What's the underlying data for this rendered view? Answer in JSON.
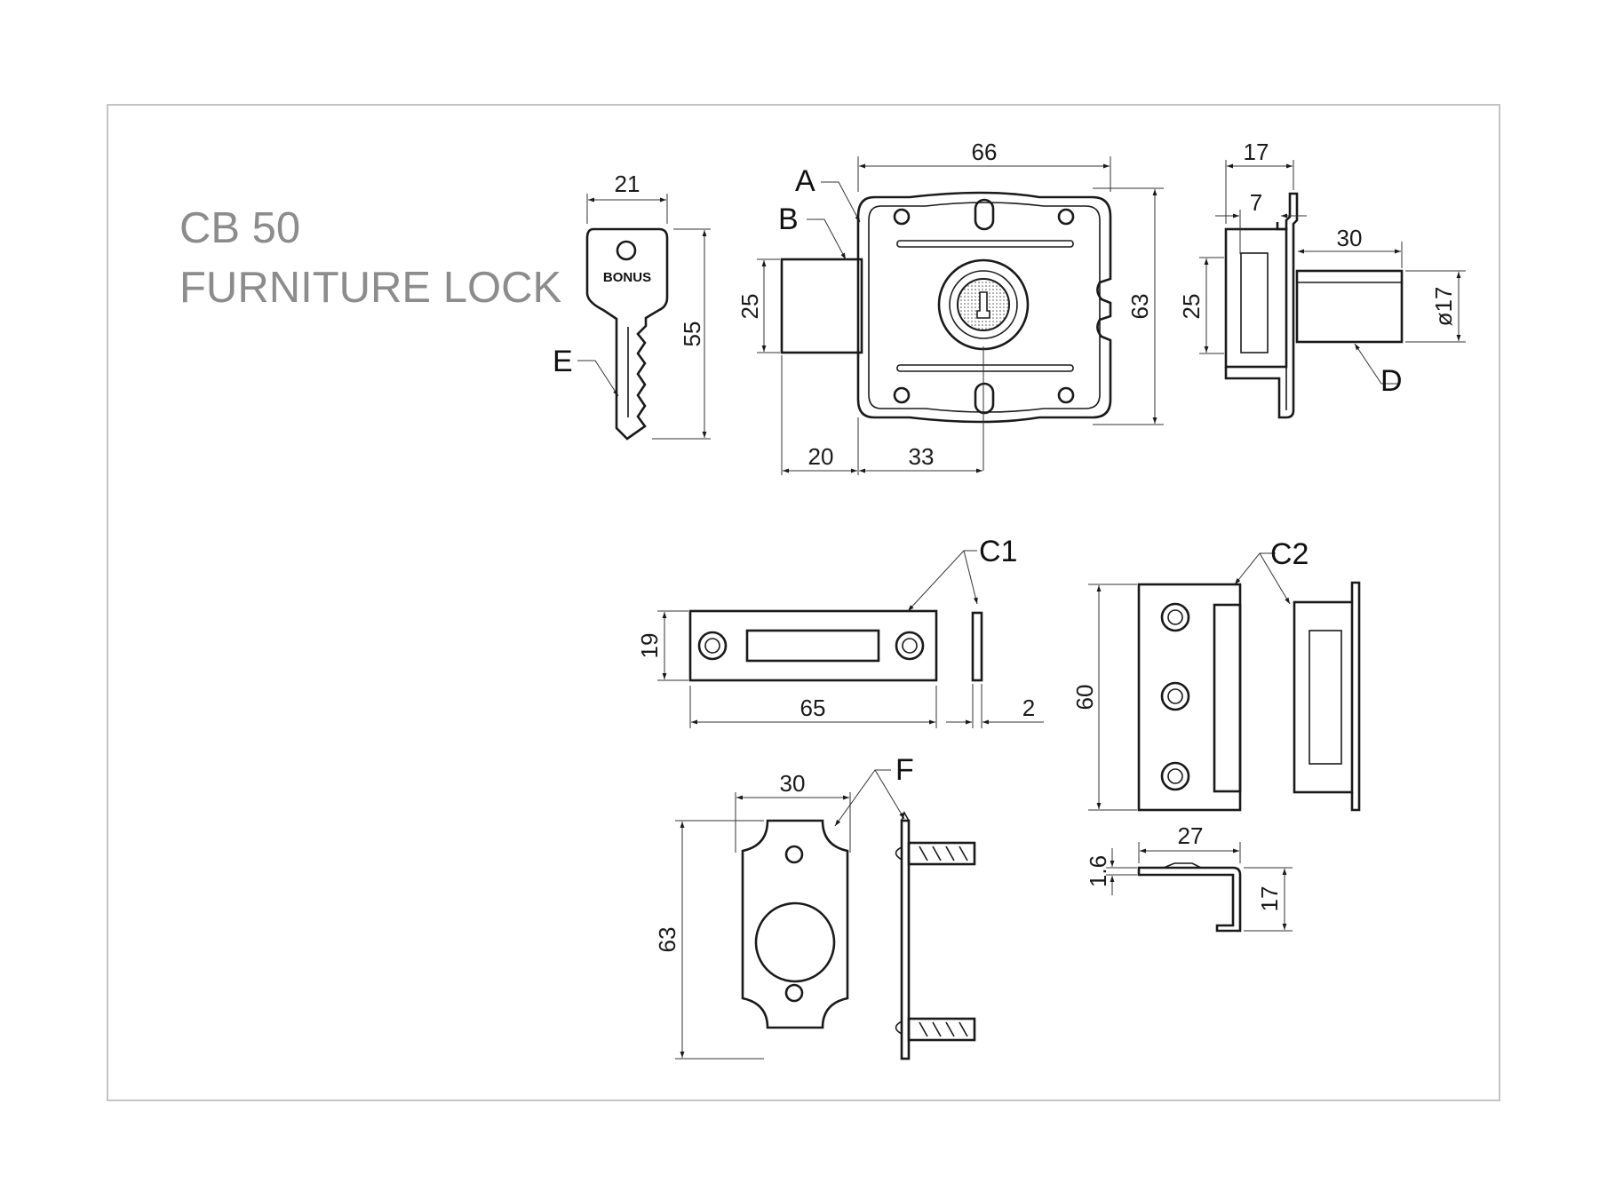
{
  "title": {
    "line1": "CB 50",
    "line2": "FURNITURE LOCK"
  },
  "key": {
    "brand": "BONUS"
  },
  "labels": {
    "A": "A",
    "B": "B",
    "C1": "C1",
    "C2": "C2",
    "D": "D",
    "E": "E",
    "F": "F"
  },
  "dimensions": {
    "key_width": "21",
    "key_height": "55",
    "lock_width": "66",
    "lock_height": "63",
    "bolt_height": "25",
    "bolt_projection": "20",
    "backset": "33",
    "side_depth": "17",
    "side_flange": "7",
    "side_bolt_length": "30",
    "side_height": "25",
    "cylinder_diameter": "ø17",
    "c1_height": "19",
    "c1_length": "65",
    "c1_thickness": "2",
    "c2_height": "60",
    "c2_width": "27",
    "c2_thickness": "1.6",
    "c2_depth": "17",
    "f_width": "30",
    "f_height": "63"
  },
  "colors": {
    "title": "#8c8c8c",
    "line": "#1a1a1a",
    "frame": "#c4c4c4"
  }
}
